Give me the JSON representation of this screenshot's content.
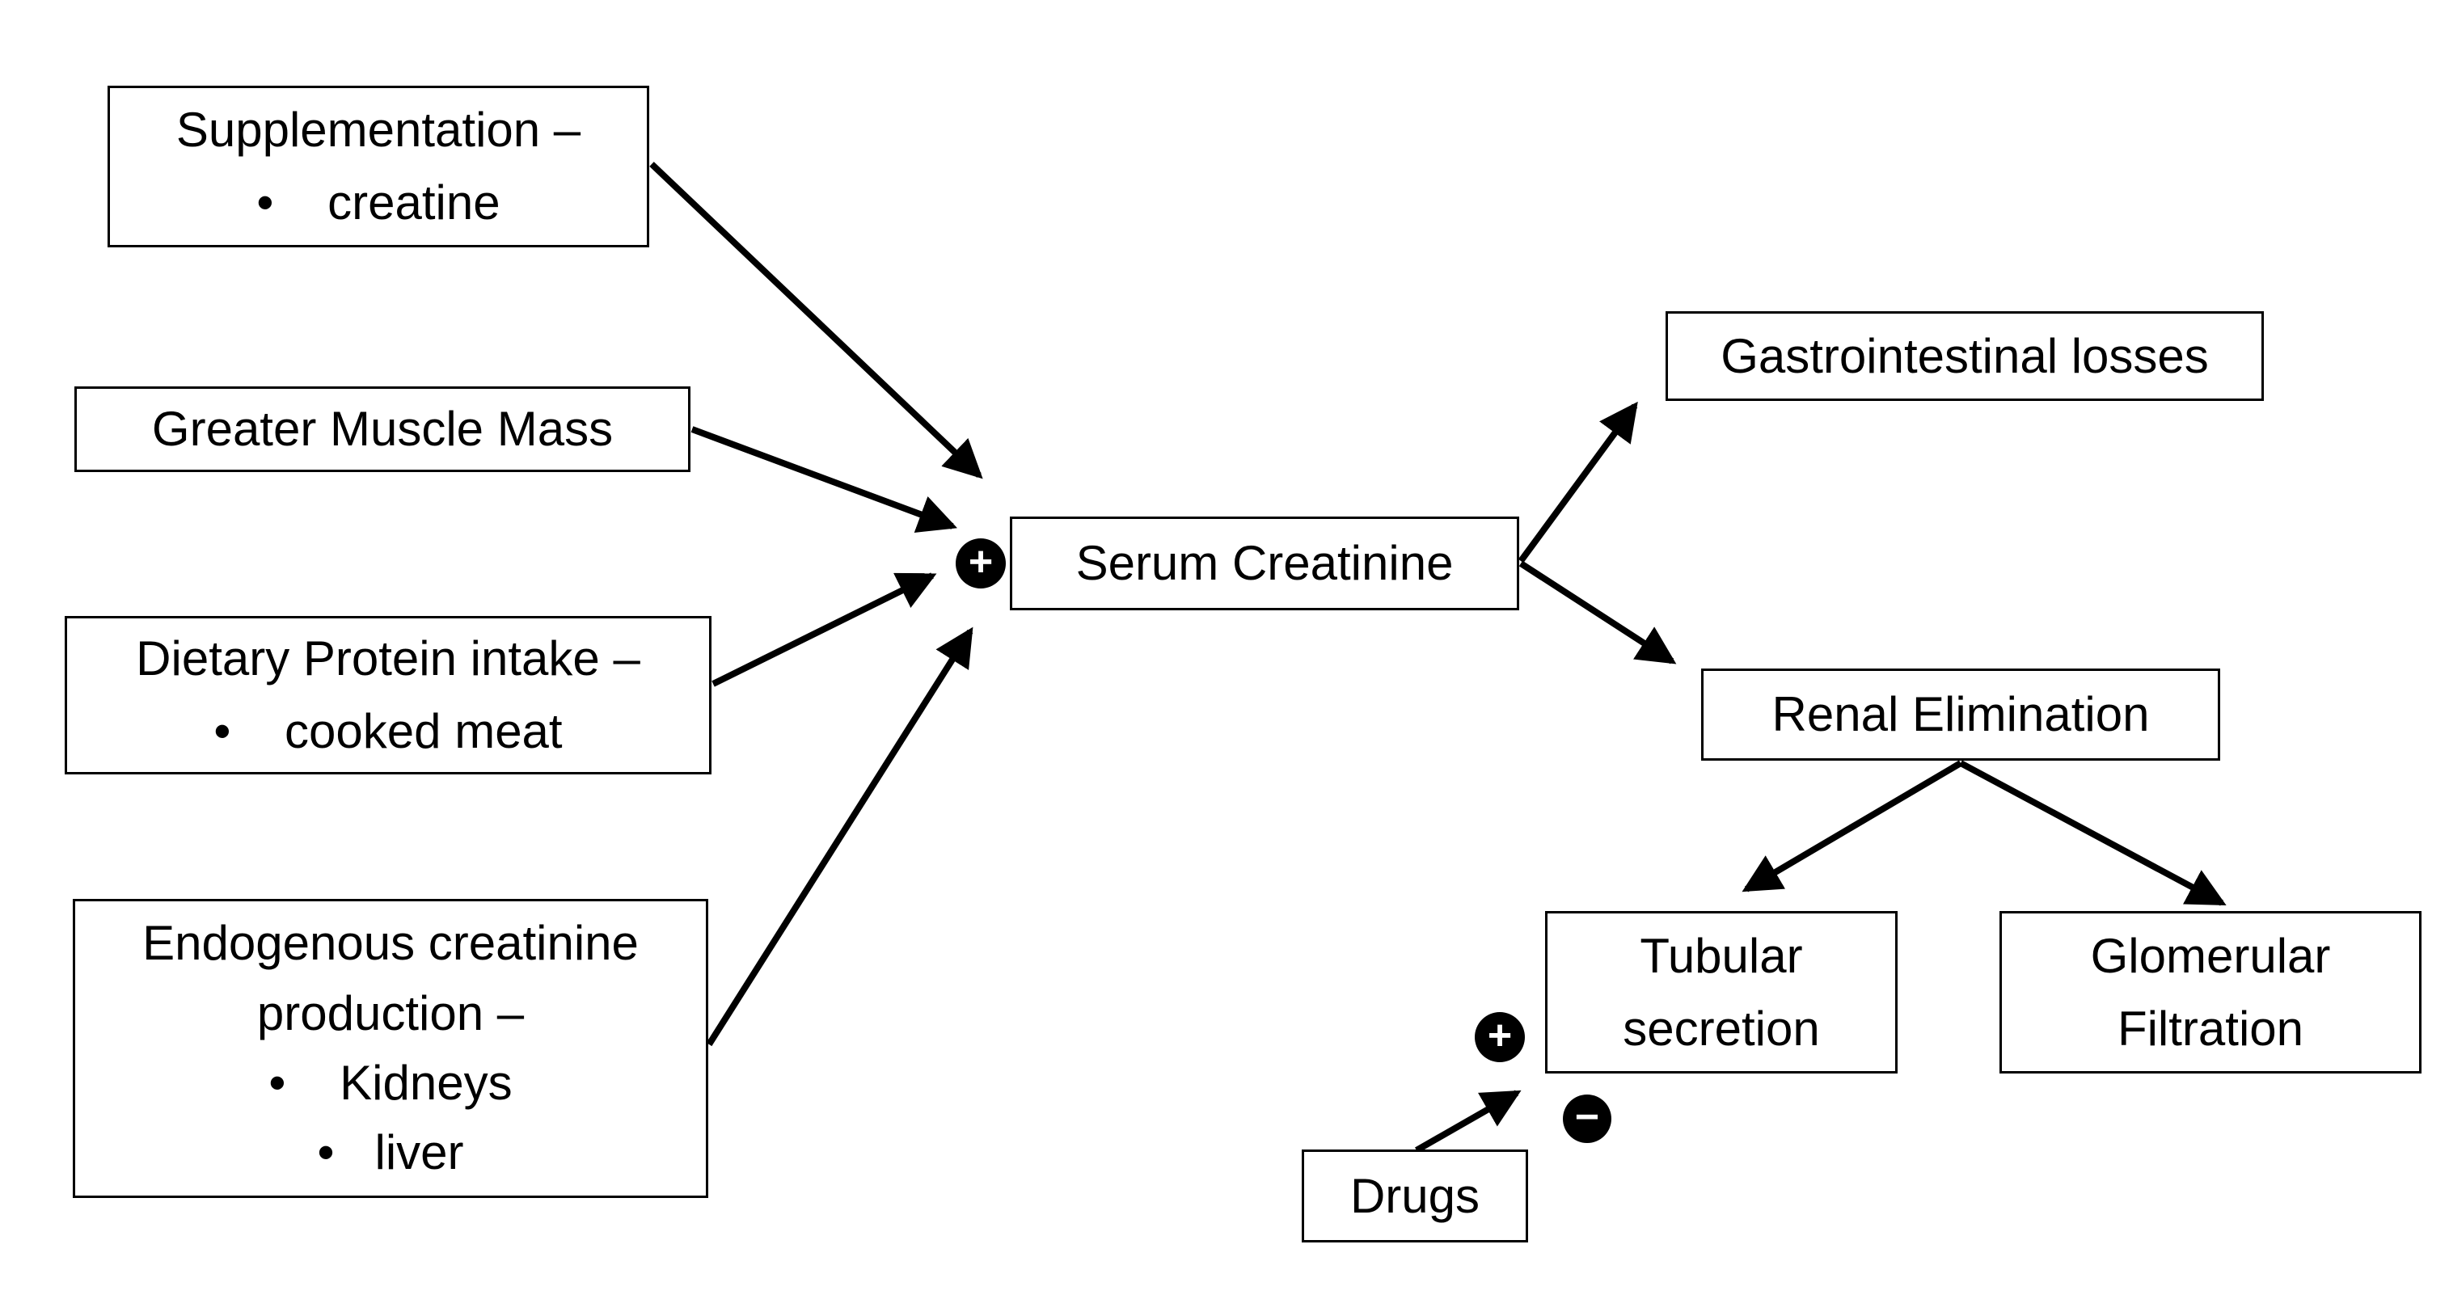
{
  "nodes": {
    "supplementation": {
      "lines": [
        "Supplementation –",
        "•    creatine"
      ]
    },
    "muscle": {
      "lines": [
        "Greater Muscle Mass"
      ]
    },
    "dietary": {
      "lines": [
        "Dietary Protein intake –",
        "•    cooked meat"
      ]
    },
    "endogenous": {
      "lines": [
        "Endogenous creatinine",
        "production –",
        "•    Kidneys",
        "•   liver"
      ]
    },
    "serum": {
      "lines": [
        "Serum Creatinine"
      ]
    },
    "gastro": {
      "lines": [
        "Gastrointestinal losses"
      ]
    },
    "renal": {
      "lines": [
        "Renal Elimination"
      ]
    },
    "tubular": {
      "lines": [
        "Tubular",
        "secretion"
      ]
    },
    "glomerular": {
      "lines": [
        "Glomerular",
        "Filtration"
      ]
    },
    "drugs": {
      "lines": [
        "Drugs"
      ]
    }
  },
  "badges": {
    "serum_plus": "+",
    "tubular_plus": "+",
    "tubular_minus": "−"
  },
  "edges": [
    {
      "from": "Supplementation",
      "to": "Serum Creatinine",
      "sign": "+"
    },
    {
      "from": "Greater Muscle Mass",
      "to": "Serum Creatinine",
      "sign": "+"
    },
    {
      "from": "Dietary Protein intake",
      "to": "Serum Creatinine",
      "sign": "+"
    },
    {
      "from": "Endogenous creatinine production",
      "to": "Serum Creatinine",
      "sign": "+"
    },
    {
      "from": "Serum Creatinine",
      "to": "Gastrointestinal losses"
    },
    {
      "from": "Serum Creatinine",
      "to": "Renal Elimination"
    },
    {
      "from": "Renal Elimination",
      "to": "Tubular secretion"
    },
    {
      "from": "Renal Elimination",
      "to": "Glomerular Filtration"
    },
    {
      "from": "Drugs",
      "to": "Tubular secretion",
      "sign": "+/−"
    }
  ],
  "colors": {
    "ink": "#000000",
    "background": "#ffffff"
  }
}
